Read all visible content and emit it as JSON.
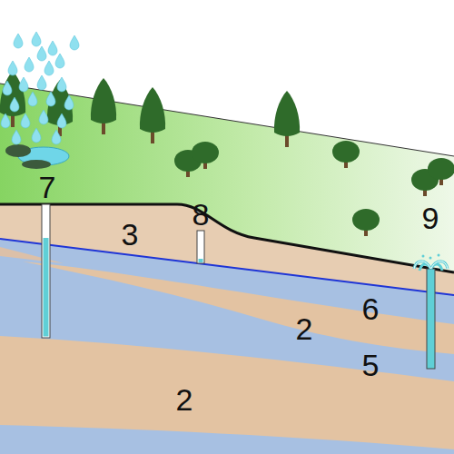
{
  "diagram": {
    "labels": [
      "7",
      "8",
      "3",
      "9",
      "6",
      "2",
      "5",
      "2"
    ]
  }
}
